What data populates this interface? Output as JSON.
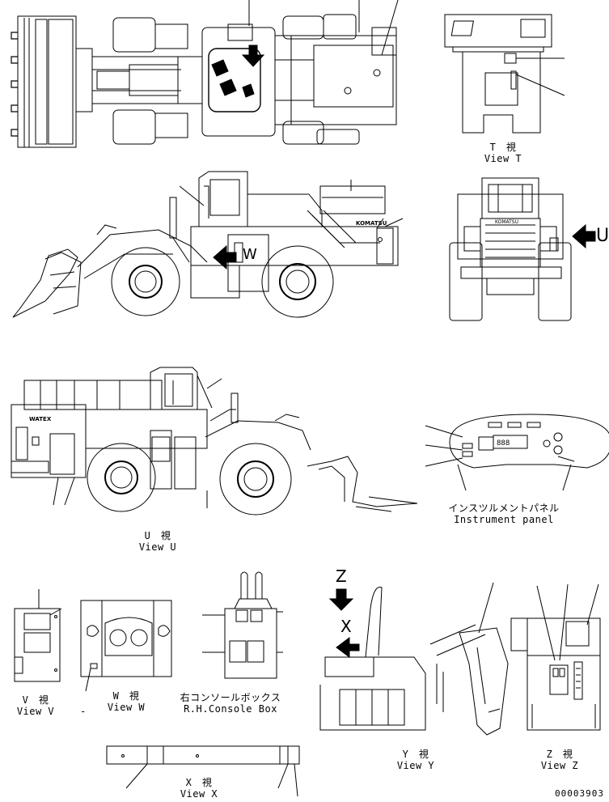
{
  "views": {
    "t": {
      "jp": "T　視",
      "en": "View T"
    },
    "u": {
      "jp": "U　視",
      "en": "View U"
    },
    "v": {
      "jp": "V　視",
      "en": "View V"
    },
    "w": {
      "jp": "W　視",
      "en": "View W"
    },
    "x": {
      "jp": "X　視",
      "en": "View X"
    },
    "y": {
      "jp": "Y　視",
      "en": "View Y"
    },
    "z": {
      "jp": "Z　視",
      "en": "View Z"
    },
    "instrument": {
      "jp": "インスツルメントパネル",
      "en": "Instrument panel"
    },
    "console": {
      "jp": "右コンソールボックス",
      "en": "R.H.Console Box"
    }
  },
  "arrows": {
    "u": "U",
    "w": "W",
    "z": "Z",
    "x": "X"
  },
  "decal_text": {
    "brand_side": "WATEX",
    "brand_front": "KOMATSU",
    "panel_readout": "888"
  },
  "part_number": "00003903",
  "dash": "-"
}
